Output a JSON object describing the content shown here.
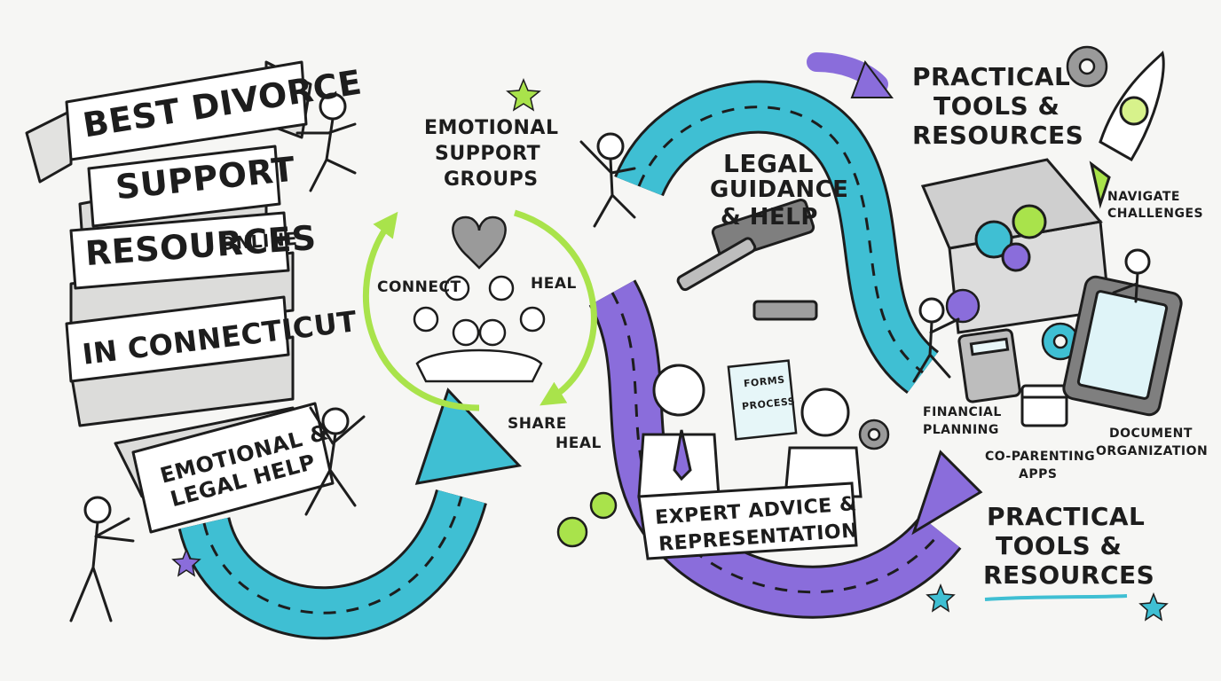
{
  "title": {
    "line1": "BEST DIVORCE",
    "line2": "SUPPORT",
    "line3a": "RESOURCES",
    "line3b": "ONLINE",
    "line4": "IN CONNECTICUT",
    "line5a": "EMOTIONAL &",
    "line5b": "LEGAL HELP"
  },
  "emotional": {
    "title_1": "EMOTIONAL",
    "title_2": "SUPPORT",
    "title_3": "GROUPS",
    "connect": "CONNECT",
    "heal_1": "HEAL",
    "share": "SHARE",
    "heal_2": "HEAL"
  },
  "legal": {
    "title_1": "LEGAL",
    "title_2": "GUIDANCE",
    "title_3": "& HELP",
    "forms": "FORMS",
    "process": "PROCESS",
    "banner_1": "EXPERT ADVICE &",
    "banner_2": "REPRESENTATION"
  },
  "tools": {
    "title_1": "PRACTICAL",
    "title_2": "TOOLS &",
    "title_3": "RESOURCES",
    "navigate_1": "NAVIGATE",
    "navigate_2": "CHALLENGES",
    "financial_1": "FINANCIAL",
    "financial_2": "PLANNING",
    "coparenting_1": "CO-PARENTING",
    "coparenting_2": "APPS",
    "document_1": "DOCUMENT",
    "document_2": "ORGANIZATION",
    "bottom_1": "PRACTICAL",
    "bottom_2": "TOOLS &",
    "bottom_3": "RESOURCES"
  },
  "colors": {
    "teal": "#3fbfd3",
    "purple": "#8a6ddb",
    "lime": "#a9e34b",
    "ink": "#1d1d1d"
  }
}
